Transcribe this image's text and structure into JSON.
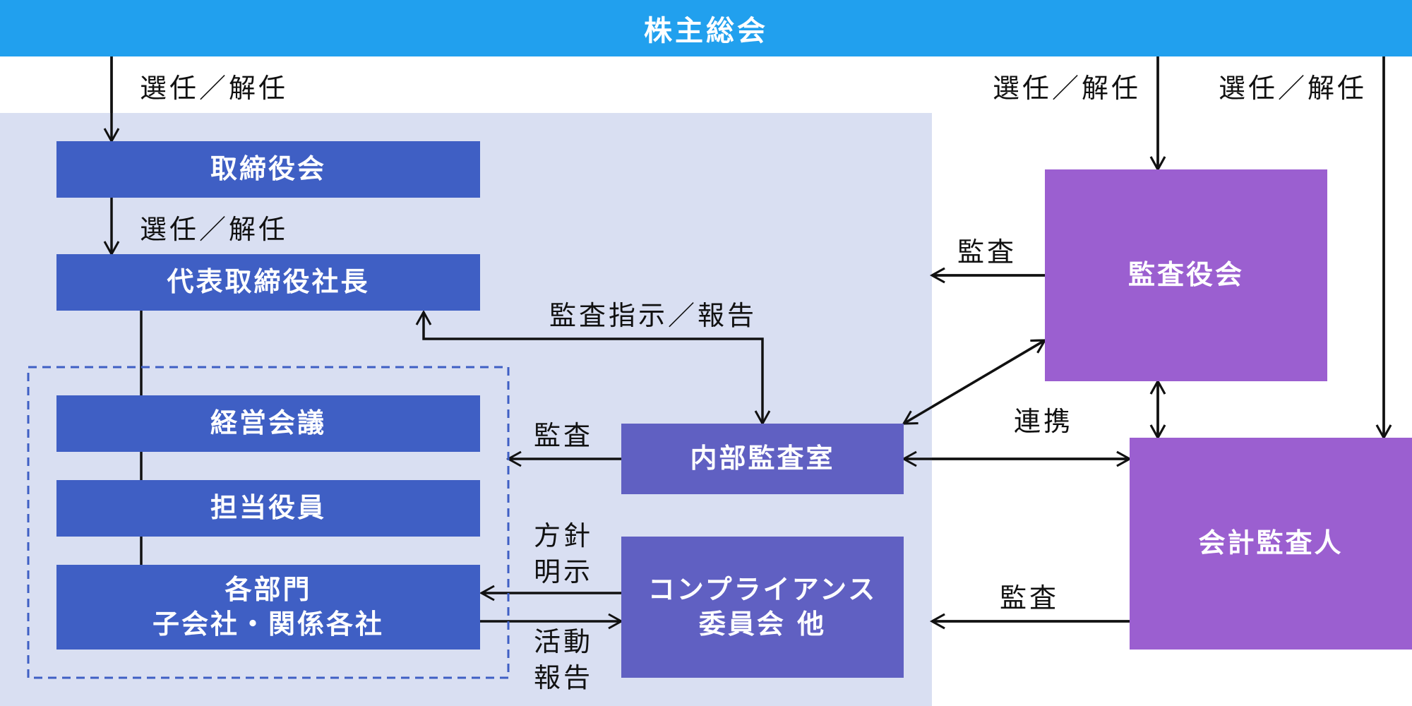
{
  "nodes": {
    "shareholders": "株主総会",
    "board": "取締役会",
    "president": "代表取締役社長",
    "management_meeting": "経営会議",
    "officers": "担当役員",
    "departments": [
      "各部門",
      "子会社・関係各社"
    ],
    "internal_audit": "内部監査室",
    "compliance": [
      "コンプライアンス",
      "委員会 他"
    ],
    "audit_board": "監査役会",
    "accounting_auditor": "会計監査人"
  },
  "labels": {
    "appoint_dismiss_board": "選任／解任",
    "appoint_dismiss_president": "選任／解任",
    "appoint_dismiss_audit_board": "選任／解任",
    "appoint_dismiss_accountant": "選任／解任",
    "audit_instruction_report": "監査指示／報告",
    "audit_by_internal": "監査",
    "audit_by_audit_board": "監査",
    "audit_by_accountant": "監査",
    "cooperation": "連携",
    "policy": [
      "方針",
      "明示"
    ],
    "activity_report": [
      "活動",
      "報告"
    ]
  }
}
